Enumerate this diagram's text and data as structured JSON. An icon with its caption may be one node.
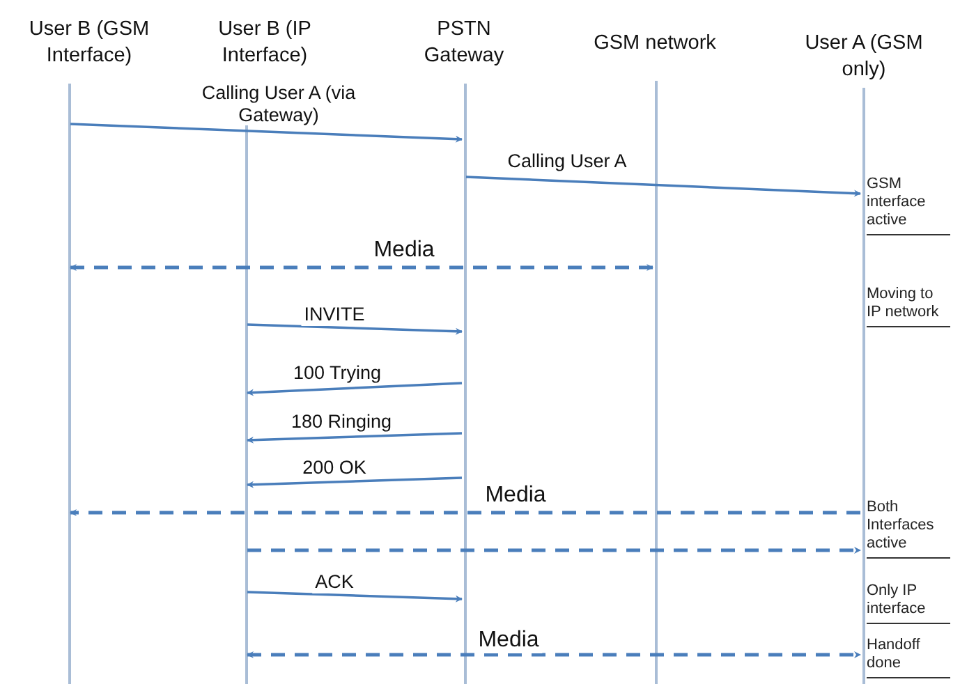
{
  "diagram": {
    "nodes": [
      {
        "text": [
          "User B (GSM Interface)"
        ]
      },
      {
        "text": [
          "User B (IP Interface)"
        ]
      },
      {
        "text": [
          "PSTN Gateway"
        ]
      },
      {
        "text": [
          "GSM network"
        ]
      },
      {
        "text": [
          "User A (GSM only)"
        ]
      }
    ],
    "edges": [
      {
        "from": 0,
        "to": 2,
        "arrow": "to",
        "label": "Calling User A (via Gateway)"
      },
      {
        "from": 2,
        "to": 4,
        "arrow": "to",
        "label": "Calling User A"
      },
      {
        "from": 0,
        "to": 3,
        "arrow": "both",
        "label": "Media",
        "style": "dashed"
      },
      {
        "from": 1,
        "to": 2,
        "arrow": "to",
        "label": "INVITE"
      },
      {
        "from": 2,
        "to": 1,
        "arrow": "to",
        "label": "100 Trying"
      },
      {
        "from": 2,
        "to": 1,
        "arrow": "to",
        "label": "180 Ringing"
      },
      {
        "from": 2,
        "to": 1,
        "arrow": "to",
        "label": "200 OK"
      },
      {
        "from": 4,
        "to": 0,
        "arrow": "to",
        "label": "Media",
        "style": "dashed"
      },
      {
        "from": 1,
        "to": 4,
        "arrow": "to",
        "style": "dashed"
      },
      {
        "from": 1,
        "to": 2,
        "arrow": "to",
        "label": "ACK"
      },
      {
        "from": 1,
        "to": 4,
        "arrow": "both",
        "label": "Media",
        "style": "dashed"
      }
    ],
    "labels": [
      "GSM interface active",
      "Moving to IP network",
      "Both Interfaces active",
      "Only IP interface",
      "Handoff done"
    ]
  }
}
